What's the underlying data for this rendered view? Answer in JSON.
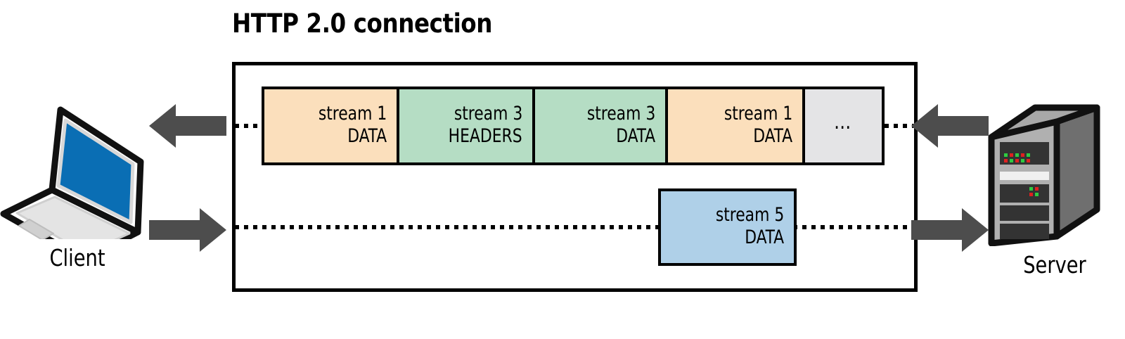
{
  "title": "HTTP 2.0 connection",
  "endpoints": {
    "client": {
      "label": "Client",
      "icon": "laptop-icon"
    },
    "server": {
      "label": "Server",
      "icon": "server-tower-icon"
    }
  },
  "arrows": {
    "inbound_client": "arrow-left",
    "outbound_client": "arrow-right",
    "inbound_server": "arrow-left",
    "outbound_server": "arrow-right",
    "color": "#4d4d4d"
  },
  "colors": {
    "data_orange": "#FBDFBC",
    "headers_green": "#B5DDC4",
    "placeholder_gray": "#E4E4E6",
    "outbound_blue": "#AFD0E8",
    "stroke": "#000000",
    "arrow_gray": "#4d4d4d",
    "laptop_screen_blue": "#0A6EB4",
    "server_body_gray": "#9B9B9B"
  },
  "inbound_channel": {
    "frames": [
      {
        "stream": "stream 1",
        "type": "DATA",
        "color": "#FBDFBC",
        "width": 196
      },
      {
        "stream": "stream 3",
        "type": "HEADERS",
        "color": "#B5DDC4",
        "width": 197
      },
      {
        "stream": "stream 3",
        "type": "DATA",
        "color": "#B5DDC4",
        "width": 193
      },
      {
        "stream": "stream 1",
        "type": "DATA",
        "color": "#FBDFBC",
        "width": 199
      },
      {
        "stream": "…",
        "type": "",
        "color": "#E4E4E6",
        "width": 117
      }
    ]
  },
  "outbound_channel": {
    "frame": {
      "stream": "stream 5",
      "type": "DATA",
      "color": "#AFD0E8"
    }
  }
}
